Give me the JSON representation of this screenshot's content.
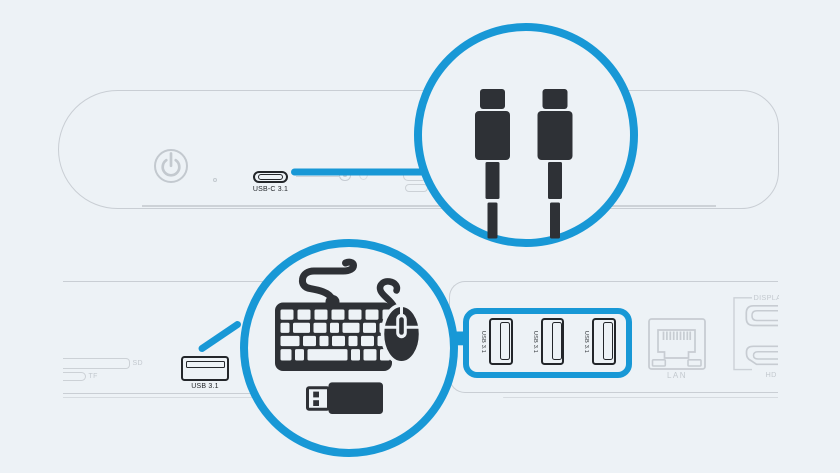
{
  "colors": {
    "background": "#edf2f6",
    "accent_blue": "#1898d6",
    "icon_dark": "#2e3136",
    "outline_gray": "#c9ced4",
    "muted_label_gray": "#c3c9cf",
    "port_outline_black": "#23262a",
    "dark_label": "#24272b"
  },
  "top_device": {
    "usb_c_port_label": "USB-C 3.1",
    "icons": [
      "power-icon",
      "led-dot",
      "usb-c-port",
      "audio-jack-icon",
      "vent-slots"
    ]
  },
  "top_callout": {
    "icon": "usb-c-cables-icon"
  },
  "bottom_callout": {
    "icons": [
      "keyboard-icon",
      "mouse-icon",
      "usb-stick-icon"
    ]
  },
  "bottom_panel": {
    "sd_slot_label": "SD",
    "tf_slot_label": "TF",
    "usb_a_port_label": "USB 3.1",
    "hub_ports": [
      {
        "label": "USB 3.1"
      },
      {
        "label": "USB 3.1"
      },
      {
        "label": "USB 3.1"
      }
    ],
    "lan_port_label": "LAN",
    "displayport_label": "DISPLA",
    "hdmi_label": "HD"
  }
}
